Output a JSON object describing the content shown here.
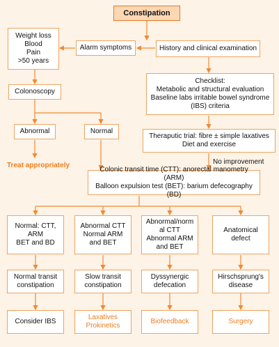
{
  "title": "Constipation",
  "history": "History and clinical examination",
  "alarm": "Alarm symptoms",
  "alarm_list": [
    "Weight loss",
    "Blood",
    "Pain",
    ">50 years"
  ],
  "colonoscopy": "Colonoscopy",
  "abnormal": "Abnormal",
  "normal": "Normal",
  "treat": "Treat appropriately",
  "checklist": [
    "Checklist:",
    "Metabolic and structural evaluation",
    "Baseline labs irritable bowel syndrome",
    "(IBS) criteria"
  ],
  "trial": [
    "Theraputic trial: fibre ± simple laxatives",
    "Diet and exercise"
  ],
  "no_improvement": "No improvement",
  "tests": [
    "Colonic transit time (CTT): anorectal manometry (ARM)",
    "Balloon expulsion test (BET): barium defecography (BD)"
  ],
  "columns": [
    {
      "criteria": [
        "Normal: CTT,",
        "ARM",
        "BET and BD"
      ],
      "diagnosis": [
        "Normal transit",
        "constipation"
      ],
      "treatment": [
        "Consider IBS"
      ]
    },
    {
      "criteria": [
        "Abnormal CTT",
        "Normal ARM",
        "and BET"
      ],
      "diagnosis": [
        "Slow transit",
        "constipation"
      ],
      "treatment": [
        "Laxatives",
        "Prokinetics"
      ]
    },
    {
      "criteria": [
        "Abnormal/norm",
        "al CTT",
        "Abnormal ARM",
        "and BET"
      ],
      "diagnosis": [
        "Dyssynergic",
        "defecation"
      ],
      "treatment": [
        "Biofeedback"
      ]
    },
    {
      "criteria": [
        "Anatomical",
        "defect"
      ],
      "diagnosis": [
        "Hirschsprung's",
        "disease"
      ],
      "treatment": [
        "Surgery"
      ]
    }
  ],
  "colors": {
    "line": "#f08a33",
    "title_fill": "#fbd7b4",
    "background": "#fdf3e7",
    "accent_text": "#f07d1e"
  }
}
